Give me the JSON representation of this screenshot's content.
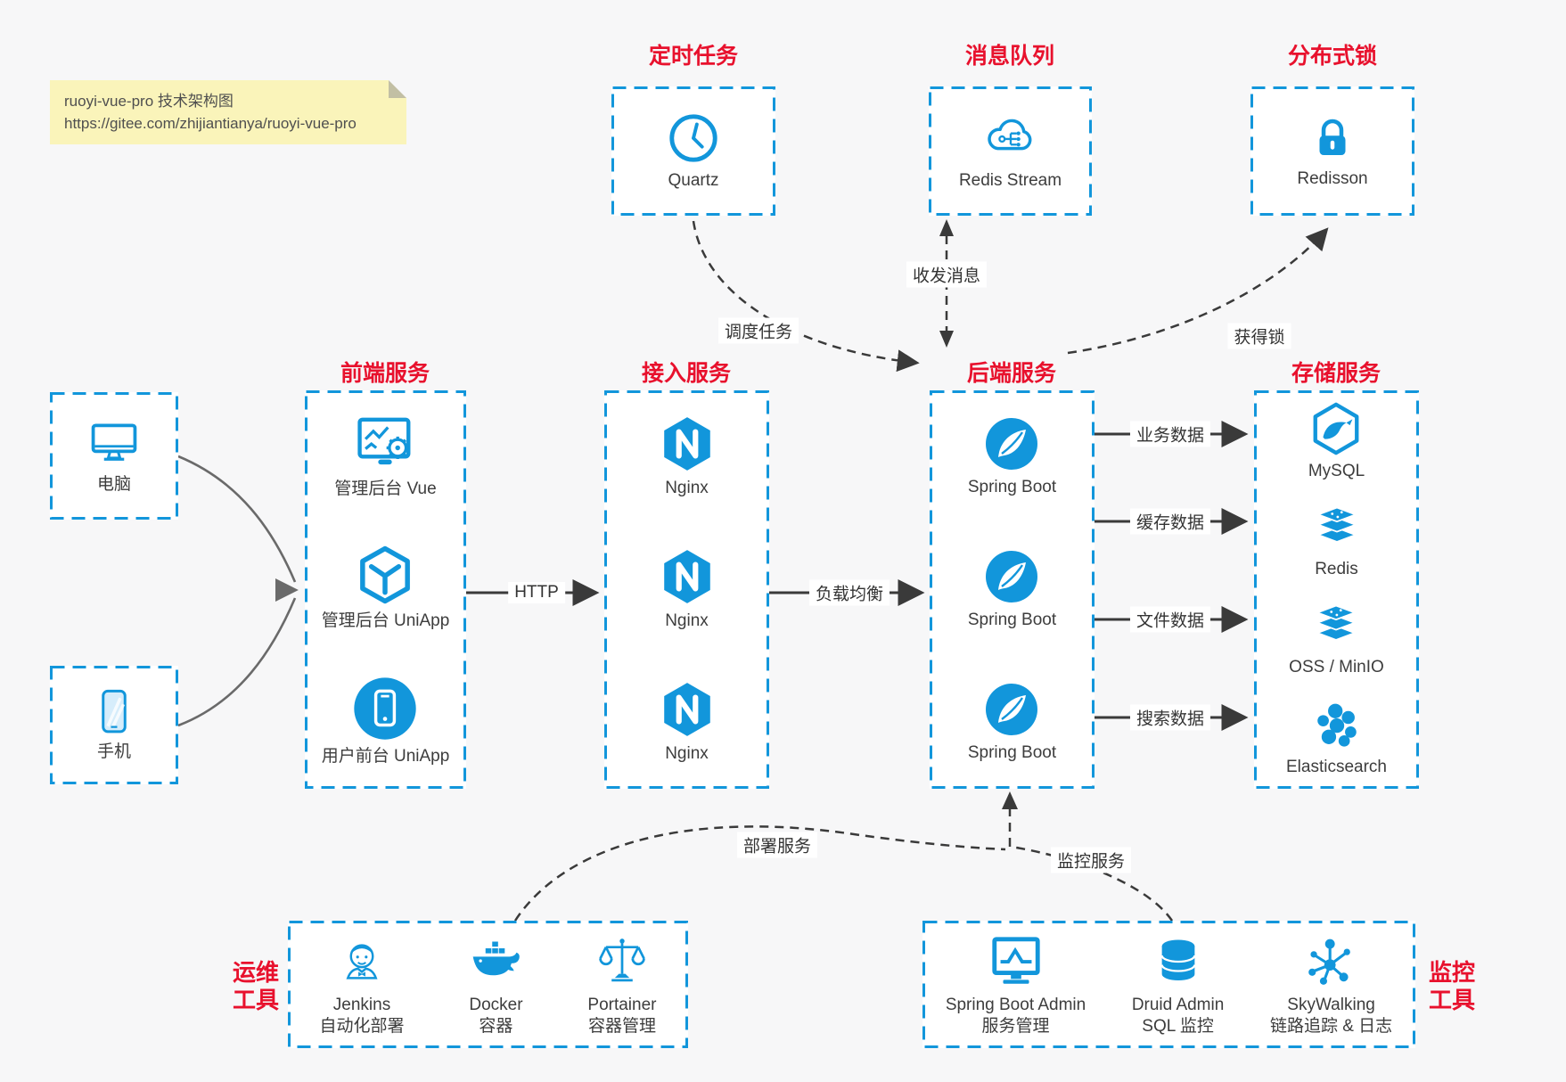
{
  "note": {
    "line1": "ruoyi-vue-pro 技术架构图",
    "line2": "https://gitee.com/zhijiantianya/ruoyi-vue-pro"
  },
  "top_services": [
    {
      "title": "定时任务",
      "label": "Quartz",
      "icon": "clock-icon"
    },
    {
      "title": "消息队列",
      "label": "Redis Stream",
      "icon": "cloud-message-icon"
    },
    {
      "title": "分布式锁",
      "label": "Redisson",
      "icon": "lock-icon"
    }
  ],
  "clients": [
    {
      "label": "电脑",
      "icon": "desktop-icon"
    },
    {
      "label": "手机",
      "icon": "smartphone-icon"
    }
  ],
  "service_columns": [
    {
      "title": "前端服务",
      "items": [
        {
          "label": "管理后台 Vue",
          "icon": "admin-vue-icon"
        },
        {
          "label": "管理后台 UniApp",
          "icon": "uniapp-cube-icon"
        },
        {
          "label": "用户前台 UniApp",
          "icon": "mobile-app-icon"
        }
      ]
    },
    {
      "title": "接入服务",
      "items": [
        {
          "label": "Nginx",
          "icon": "nginx-icon"
        },
        {
          "label": "Nginx",
          "icon": "nginx-icon"
        },
        {
          "label": "Nginx",
          "icon": "nginx-icon"
        }
      ]
    },
    {
      "title": "后端服务",
      "items": [
        {
          "label": "Spring Boot",
          "icon": "spring-boot-icon"
        },
        {
          "label": "Spring Boot",
          "icon": "spring-boot-icon"
        },
        {
          "label": "Spring Boot",
          "icon": "spring-boot-icon"
        }
      ]
    },
    {
      "title": "存储服务",
      "items": [
        {
          "label": "MySQL",
          "icon": "mysql-icon"
        },
        {
          "label": "Redis",
          "icon": "redis-stack-icon"
        },
        {
          "label": "OSS / MinIO",
          "icon": "storage-stack-icon"
        },
        {
          "label": "Elasticsearch",
          "icon": "elasticsearch-icon"
        }
      ]
    }
  ],
  "edge_labels": {
    "http": "HTTP",
    "load_balance": "负载均衡",
    "schedule": "调度任务",
    "message": "收发消息",
    "lock": "获得锁",
    "business": "业务数据",
    "cache": "缓存数据",
    "file": "文件数据",
    "search": "搜索数据",
    "deploy": "部署服务",
    "monitor": "监控服务"
  },
  "ops_tools": {
    "side_label": [
      "运维",
      "工具"
    ],
    "items": [
      {
        "name": "Jenkins",
        "desc": "自动化部署",
        "icon": "jenkins-icon"
      },
      {
        "name": "Docker",
        "desc": "容器",
        "icon": "docker-icon"
      },
      {
        "name": "Portainer",
        "desc": "容器管理",
        "icon": "portainer-icon"
      }
    ]
  },
  "monitor_tools": {
    "side_label": [
      "监控",
      "工具"
    ],
    "items": [
      {
        "name": "Spring Boot Admin",
        "desc": "服务管理",
        "icon": "admin-monitor-icon"
      },
      {
        "name": "Druid Admin",
        "desc": "SQL 监控",
        "icon": "druid-db-icon"
      },
      {
        "name": "SkyWalking",
        "desc": "链路追踪 & 日志",
        "icon": "skywalking-icon"
      }
    ]
  },
  "colors": {
    "accent_blue": "#1296db",
    "title_red": "#e8112d",
    "arrow_dark": "#3a3a3a",
    "connector_gray": "#6a6a6a",
    "note_bg": "#faf4ba",
    "canvas_bg": "#f7f7f8"
  }
}
